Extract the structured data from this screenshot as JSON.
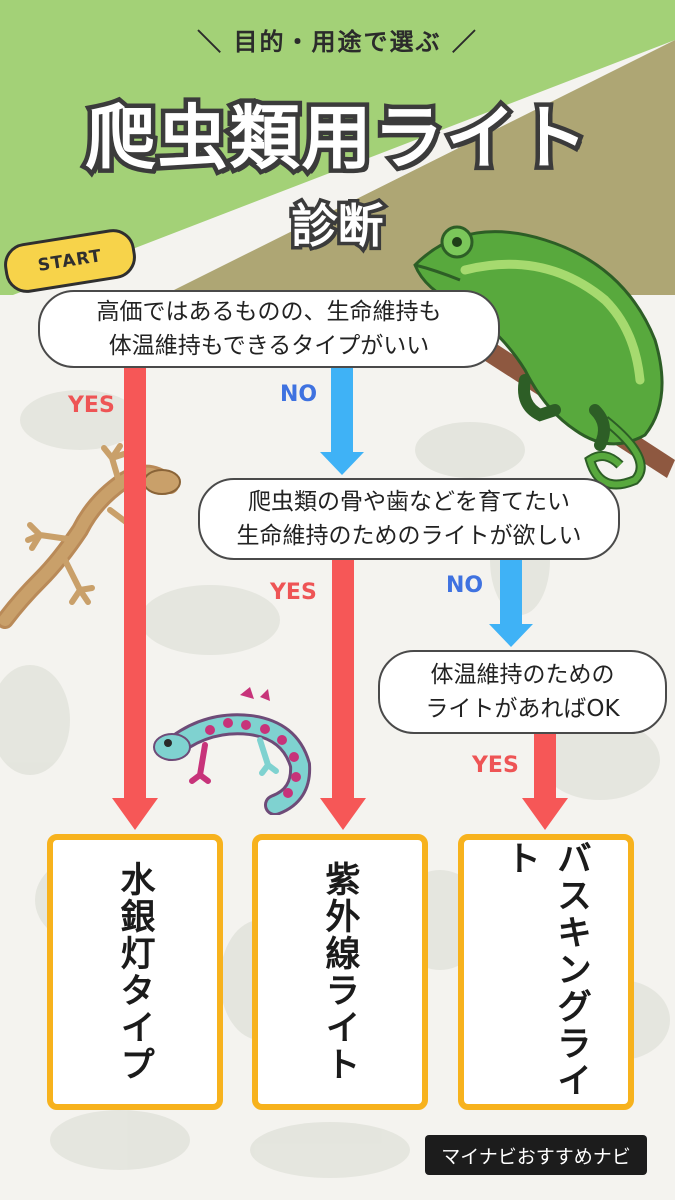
{
  "header": {
    "subtitle": "＼ 目的・用途で選ぶ ／",
    "title": "爬虫類用ライト",
    "title2": "診断"
  },
  "start_label": "START",
  "questions": [
    {
      "lines": [
        "高価ではあるものの、生命維持も",
        "体温維持もできるタイプがいい"
      ]
    },
    {
      "lines": [
        "爬虫類の骨や歯などを育てたい",
        "生命維持のためのライトが欲しい"
      ]
    },
    {
      "lines": [
        "体温維持のための",
        "ライトがあればOK"
      ]
    }
  ],
  "answers": {
    "yes": "YES",
    "no": "NO"
  },
  "results": [
    {
      "label": "水銀灯タイプ"
    },
    {
      "label": "紫外線ライト"
    },
    {
      "label": "バスキングライト"
    }
  ],
  "footer": "マイナビおすすめナビ",
  "colors": {
    "green_bg": "#a3d177",
    "olive_bg": "#aea674",
    "yes_arrow": "#f65757",
    "no_arrow": "#3fb2f6",
    "result_border": "#f7b21d",
    "start_badge": "#f7d34a"
  },
  "icons": [
    "chameleon-illustration",
    "brown-gecko-illustration",
    "teal-gecko-illustration"
  ]
}
